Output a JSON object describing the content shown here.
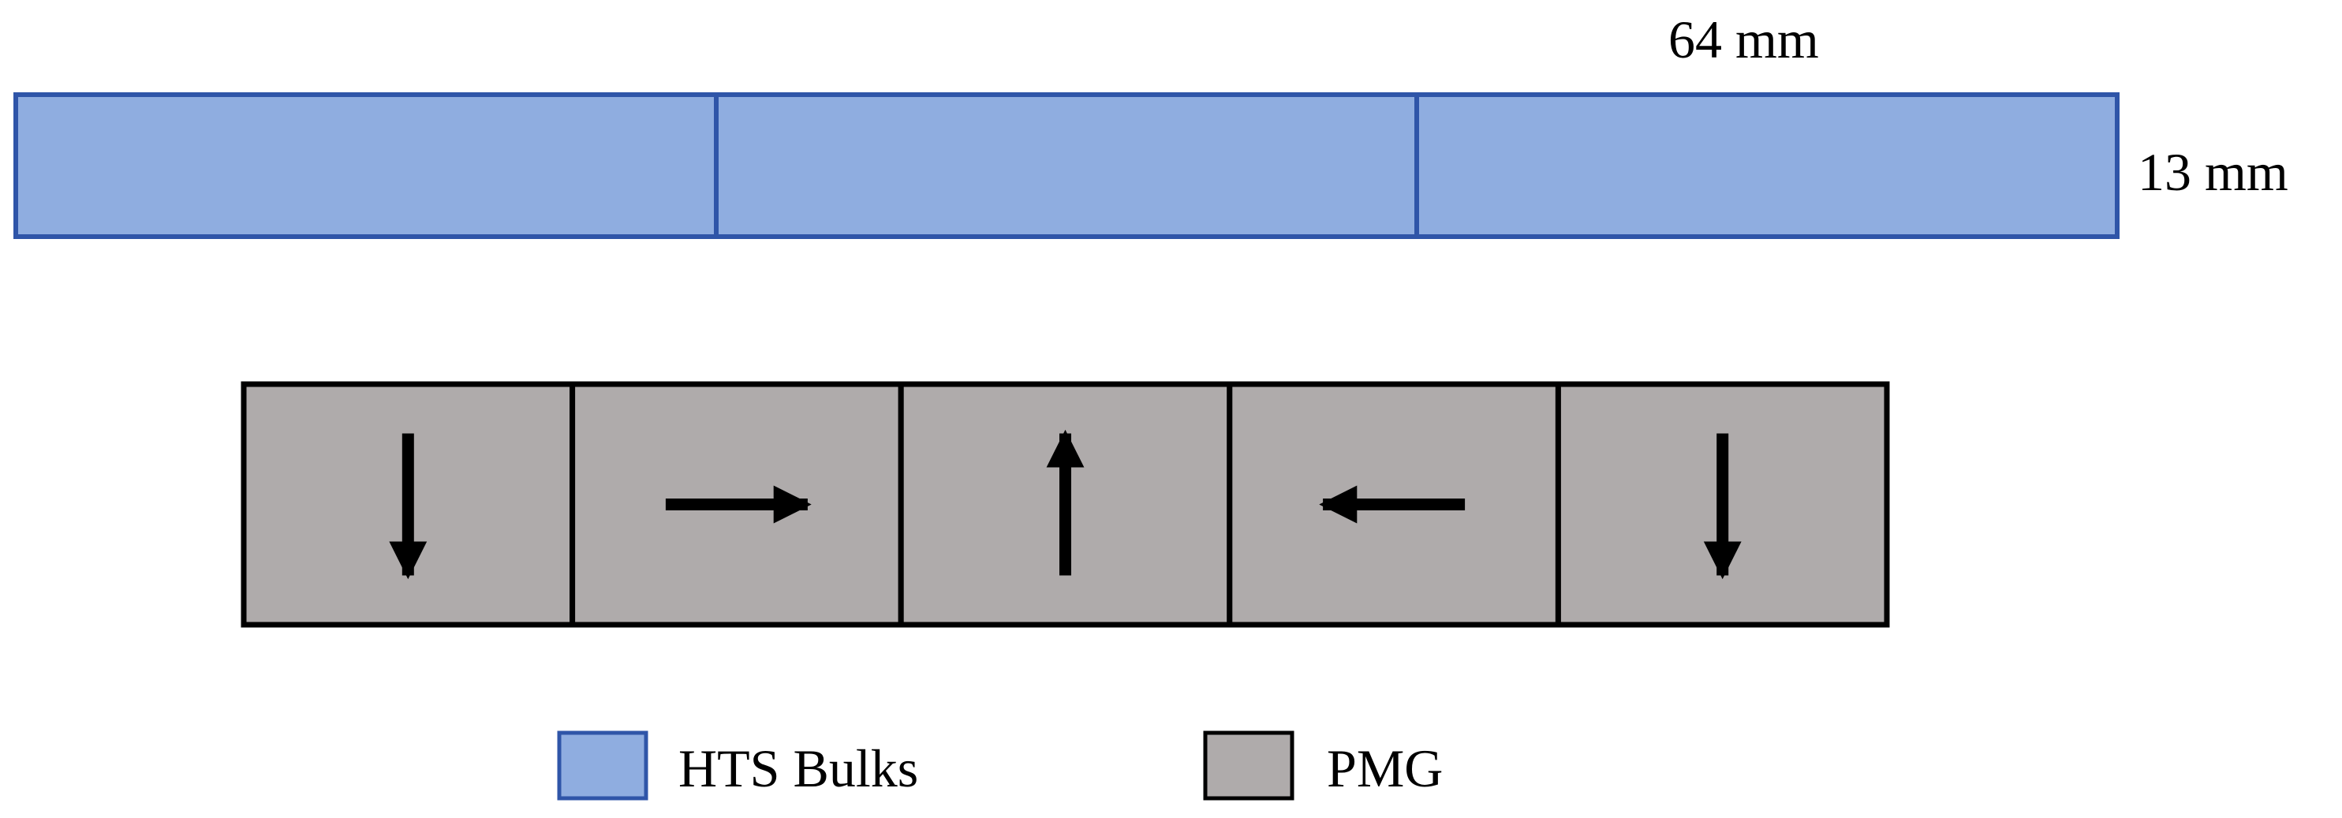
{
  "colors": {
    "hts_fill": "#8FADE0",
    "hts_stroke": "#2F55A8",
    "pmg_fill": "#AFABAB",
    "pmg_stroke": "#000000",
    "arrow": "#000000"
  },
  "dimensions": {
    "width_label": "64 mm",
    "height_label": "13 mm"
  },
  "hts_bulks": {
    "count": 3
  },
  "pmg_blocks": [
    {
      "magnetization": "down"
    },
    {
      "magnetization": "right"
    },
    {
      "magnetization": "up"
    },
    {
      "magnetization": "left"
    },
    {
      "magnetization": "down"
    }
  ],
  "legend": {
    "hts_label": "HTS Bulks",
    "pmg_label": "PMG"
  }
}
